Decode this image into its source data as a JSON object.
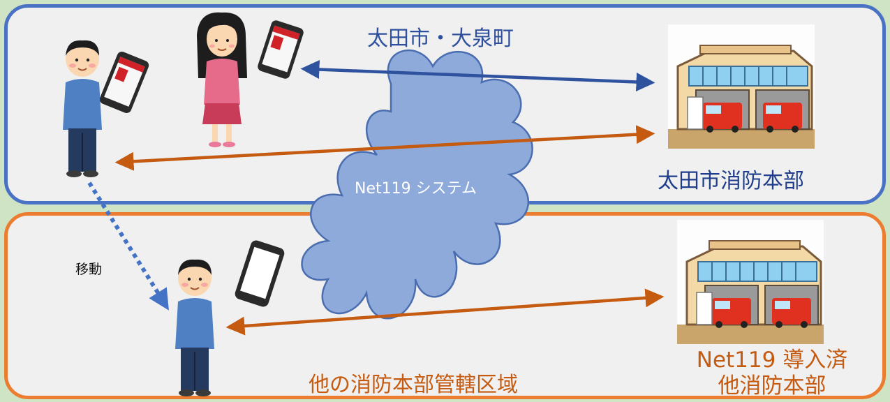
{
  "regions": {
    "top": {
      "route_label": "太田市・大泉町",
      "hq_label": "太田市消防本部"
    },
    "bottom": {
      "area_label": "他の消防本部管轄区域",
      "hq_label_line1": "Net119 導入済",
      "hq_label_line2": "他消防本部"
    }
  },
  "cloud": {
    "label": "Net119 システム"
  },
  "movement": {
    "label": "移動"
  },
  "colors": {
    "top_border": "#4a72c4",
    "bottom_border": "#ec7c30",
    "blue_arrow": "#2f529f",
    "orange_arrow": "#c55a11",
    "cloud_fill": "#8eaadb",
    "background": "#cfe4c4"
  },
  "icons": [
    "person-icon",
    "smartphone-icon",
    "fire-station-icon",
    "cloud-icon"
  ]
}
